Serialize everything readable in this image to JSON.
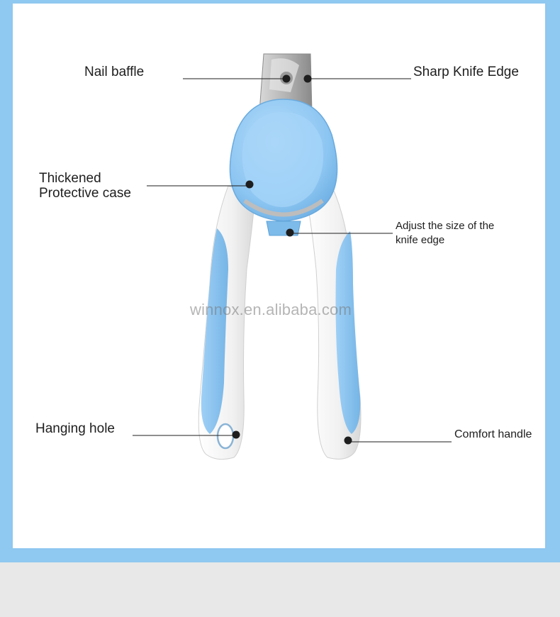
{
  "colors": {
    "frame": "#8fc8f0",
    "panel": "#ffffff",
    "accent_blue": "#8cc4ee",
    "handle_white": "#f2f2f2",
    "blade_steel": "#a8a8a8",
    "callout": "#1e1e1e"
  },
  "labels": {
    "nail_baffle": "Nail baffle",
    "sharp_knife_edge": "Sharp Knife Edge",
    "thickened_line1": "Thickened",
    "thickened_line2": "Protective case",
    "adjust_line1": "Adjust the size of the",
    "adjust_line2": "knife edge",
    "hanging_hole": "Hanging hole",
    "comfort_handle": "Comfort handle"
  },
  "watermark": "winnox.en.alibaba.com",
  "product": "nail-clipper"
}
